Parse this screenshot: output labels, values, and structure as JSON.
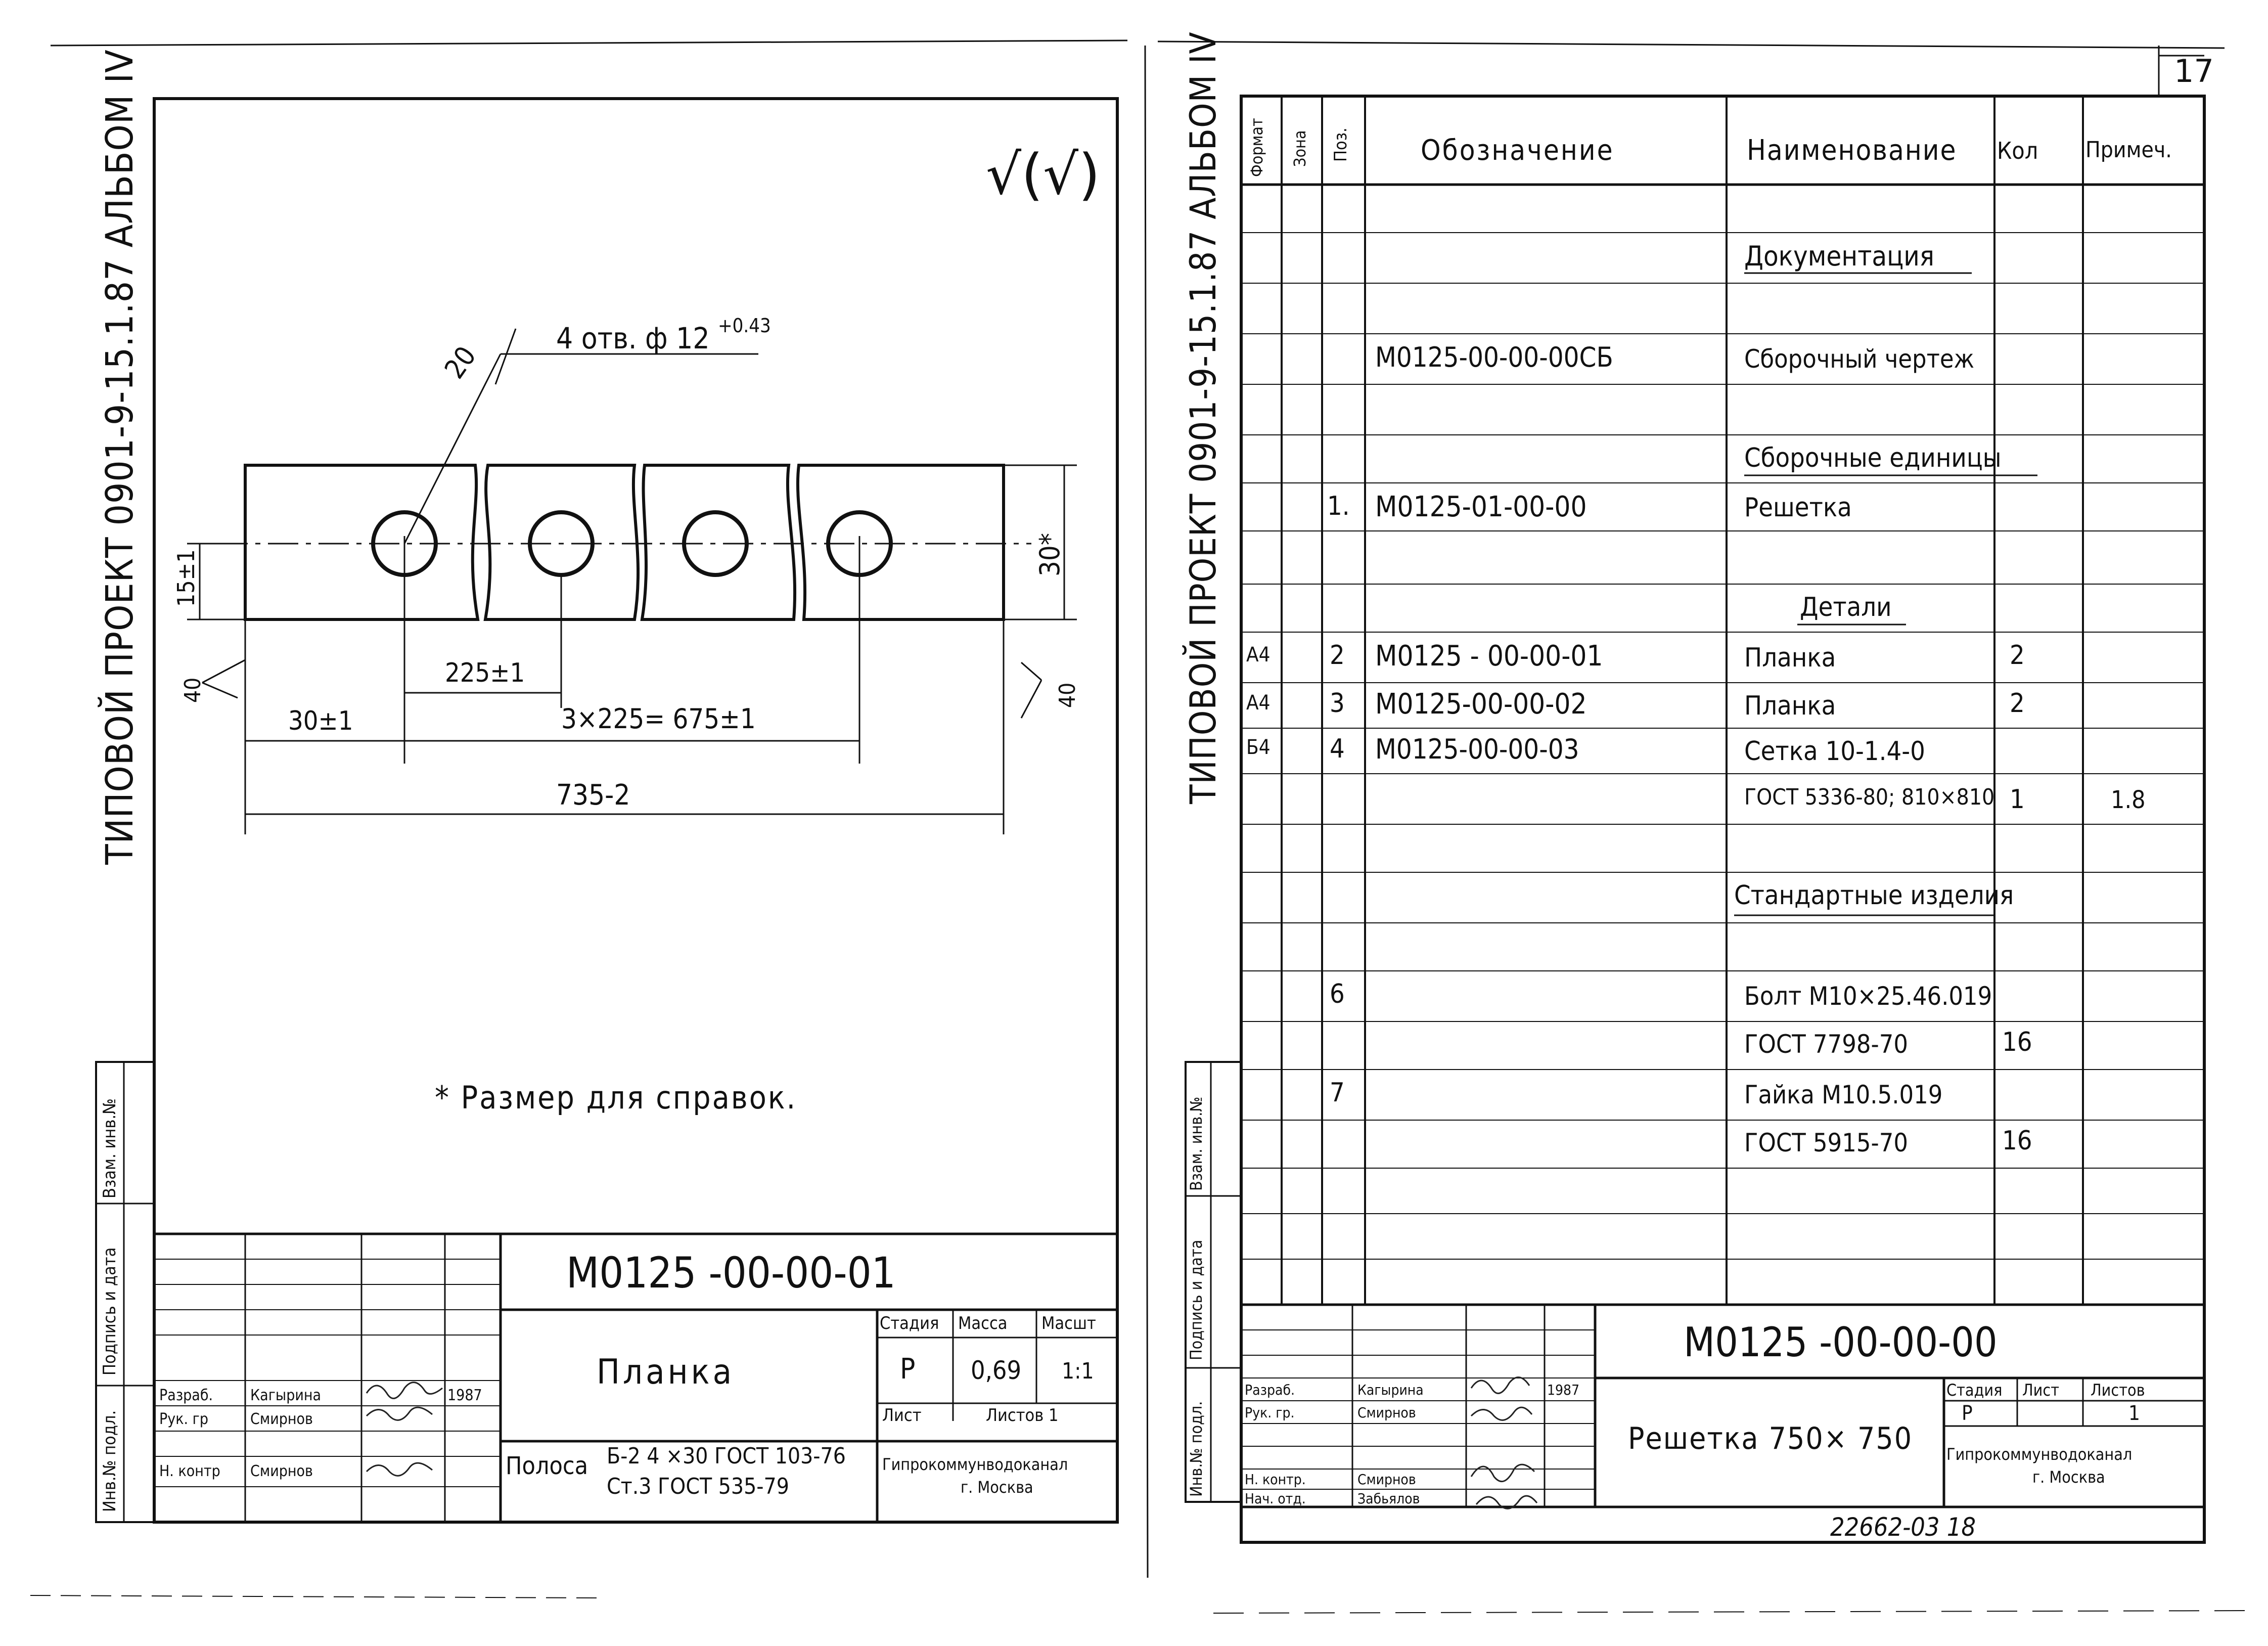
{
  "page_number": "17",
  "left_sheet": {
    "album_text": "ТИПОВОЙ ПРОЕКТ 0901-9-15.1.87  АЛЬБОМ IV",
    "roughness_symbol": "√(√)",
    "note": "* Размер для справок.",
    "dims": {
      "holes": "4 отв. ф 12",
      "holes_tol": "+0.43",
      "leader_num": "20",
      "width_tag": "30*",
      "edge_15": "15±1",
      "pitch": "225±1",
      "first": "30±1",
      "span": "3×225= 675±1",
      "total": "735-2",
      "chamfer_left": "40",
      "chamfer_right": "40"
    },
    "side_stamp": {
      "inv": "Инв.№ подл.",
      "sign": "Подпись и дата",
      "vzam": "Взам. инв.№"
    },
    "title_block": {
      "doc_code": "М0125 -00-00-01",
      "name": "Планка",
      "material_label": "Полоса",
      "material_line1": "Б-2 4 ×30 ГОСТ 103-76",
      "material_line2": "Ст.3  ГОСТ 535-79",
      "stage_label": "Стадия",
      "mass_label": "Масса",
      "scale_label": "Масшт",
      "stage": "Р",
      "mass": "0,69",
      "scale": "1:1",
      "sheet_label": "Лист",
      "sheets_label": "Листов 1",
      "org_line1": "Гипрокоммунводоканал",
      "org_line2": "г. Москва",
      "roles": [
        {
          "role": "Разраб.",
          "name": "Кагырина",
          "year": "1987"
        },
        {
          "role": "Рук. гр",
          "name": "Смирнов",
          "year": ""
        },
        {
          "role": "",
          "name": "",
          "year": ""
        },
        {
          "role": "Н. контр",
          "name": "Смирнов",
          "year": ""
        }
      ]
    }
  },
  "right_sheet": {
    "album_text": "ТИПОВОЙ ПРОЕКТ 0901-9-15.1.87  АЛЬБОМ IV",
    "headers": {
      "format": "Формат",
      "zone": "Зона",
      "pos": "Поз.",
      "designation": "Обозначение",
      "name": "Наименование",
      "qty": "Кол",
      "note": "Примеч."
    },
    "rows": [
      {
        "format": "",
        "pos": "",
        "designation": "",
        "name": "",
        "qty": "",
        "note": ""
      },
      {
        "format": "",
        "pos": "",
        "designation": "",
        "name": "Документация",
        "qty": "",
        "note": "",
        "section": true
      },
      {
        "format": "",
        "pos": "",
        "designation": "",
        "name": "",
        "qty": "",
        "note": ""
      },
      {
        "format": "",
        "pos": "",
        "designation": "М0125-00-00-00СБ",
        "name": "Сборочный чертеж",
        "qty": "",
        "note": ""
      },
      {
        "format": "",
        "pos": "",
        "designation": "",
        "name": "",
        "qty": "",
        "note": ""
      },
      {
        "format": "",
        "pos": "",
        "designation": "",
        "name": "Сборочные единицы",
        "qty": "",
        "note": "",
        "section": true
      },
      {
        "format": "",
        "pos": "1.",
        "designation": "М0125-01-00-00",
        "name": "Решетка",
        "qty": "",
        "note": ""
      },
      {
        "format": "",
        "pos": "",
        "designation": "",
        "name": "",
        "qty": "",
        "note": ""
      },
      {
        "format": "",
        "pos": "",
        "designation": "",
        "name": "Детали",
        "qty": "",
        "note": "",
        "section": true
      },
      {
        "format": "А4",
        "pos": "2",
        "designation": "М0125 - 00-00-01",
        "name": "Планка",
        "qty": "2",
        "note": ""
      },
      {
        "format": "А4",
        "pos": "3",
        "designation": "М0125-00-00-02",
        "name": "Планка",
        "qty": "2",
        "note": ""
      },
      {
        "format": "Б4",
        "pos": "4",
        "designation": "М0125-00-00-03",
        "name": "Сетка 10-1.4-0",
        "qty": "",
        "note": ""
      },
      {
        "format": "",
        "pos": "",
        "designation": "",
        "name": "ГОСТ 5336-80; 810×810",
        "qty": "1",
        "note": "1.8"
      },
      {
        "format": "",
        "pos": "",
        "designation": "",
        "name": "",
        "qty": "",
        "note": ""
      },
      {
        "format": "",
        "pos": "",
        "designation": "",
        "name": "Стандартные изделия",
        "qty": "",
        "note": "",
        "section": true
      },
      {
        "format": "",
        "pos": "",
        "designation": "",
        "name": "",
        "qty": "",
        "note": ""
      },
      {
        "format": "",
        "pos": "6",
        "designation": "",
        "name": "Болт М10×25.46.019",
        "qty": "",
        "note": ""
      },
      {
        "format": "",
        "pos": "",
        "designation": "",
        "name": "ГОСТ 7798-70",
        "qty": "16",
        "note": ""
      },
      {
        "format": "",
        "pos": "7",
        "designation": "",
        "name": "Гайка М10.5.019",
        "qty": "",
        "note": ""
      },
      {
        "format": "",
        "pos": "",
        "designation": "",
        "name": "ГОСТ 5915-70",
        "qty": "16",
        "note": ""
      },
      {
        "format": "",
        "pos": "",
        "designation": "",
        "name": "",
        "qty": "",
        "note": ""
      },
      {
        "format": "",
        "pos": "",
        "designation": "",
        "name": "",
        "qty": "",
        "note": ""
      }
    ],
    "side_stamp": {
      "inv": "Инв.№ подл.",
      "sign": "Подпись и дата",
      "vzam": "Взам. инв.№"
    },
    "title_block": {
      "doc_code": "М0125 -00-00-00",
      "name": "Решетка 750× 750",
      "stage_label": "Стадия",
      "sheet_label": "Лист",
      "sheets_label": "Листов",
      "stage": "Р",
      "sheets": "1",
      "org_line1": "Гипрокоммунводоканал",
      "org_line2": "г. Москва",
      "roles": [
        {
          "role": "Разраб.",
          "name": "Кагырина",
          "year": "1987"
        },
        {
          "role": "Рук. гр.",
          "name": "Смирнов",
          "year": ""
        },
        {
          "role": "",
          "name": "",
          "year": ""
        },
        {
          "role": "Н. контр.",
          "name": "Смирнов",
          "year": ""
        },
        {
          "role": "Нач. отд.",
          "name": "Забьялов",
          "year": ""
        }
      ]
    },
    "bottom_code": "22662-03  18"
  }
}
